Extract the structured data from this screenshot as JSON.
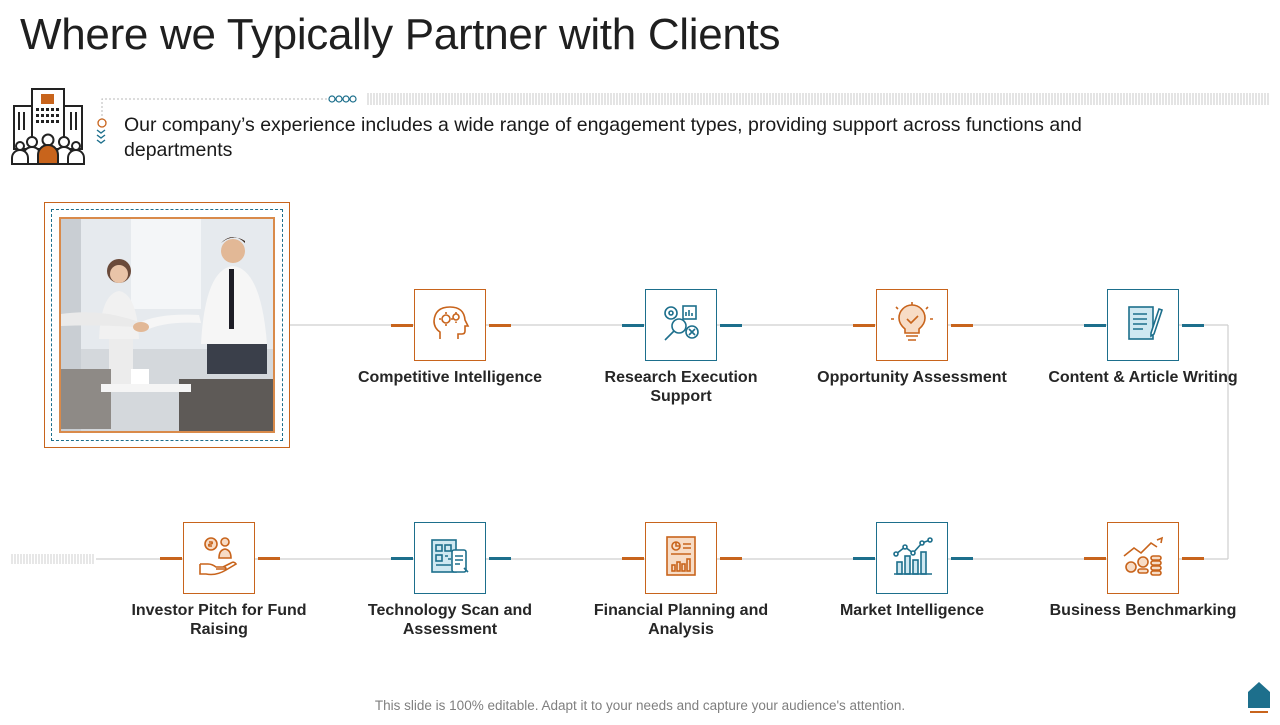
{
  "slide": {
    "title": "Where we Typically Partner with Clients",
    "subtitle": "Our company’s experience includes a wide range of engagement  types, providing support across functions and departments",
    "footer": "This slide is 100% editable. Adapt it to your needs and capture your audience's attention."
  },
  "row1": [
    {
      "label": "Competitive Intelligence",
      "icon": "head-gears-icon",
      "color": "orange"
    },
    {
      "label": "Research Execution Support",
      "icon": "research-gears-icon",
      "color": "teal"
    },
    {
      "label": "Opportunity Assessment",
      "icon": "lightbulb-icon",
      "color": "orange"
    },
    {
      "label": "Content & Article Writing",
      "icon": "document-pen-icon",
      "color": "teal"
    }
  ],
  "row2": [
    {
      "label": "Investor Pitch for Fund Raising",
      "icon": "money-hand-icon",
      "color": "orange"
    },
    {
      "label": "Technology Scan and Assessment",
      "icon": "qr-scan-icon",
      "color": "teal"
    },
    {
      "label": "Financial Planning and Analysis",
      "icon": "financial-report-icon",
      "color": "orange"
    },
    {
      "label": "Market Intelligence",
      "icon": "bar-line-chart-icon",
      "color": "teal"
    },
    {
      "label": "Business Benchmarking",
      "icon": "growth-coins-icon",
      "color": "orange"
    }
  ],
  "colors": {
    "orange": "#c8641c",
    "teal": "#1d6f8c"
  }
}
